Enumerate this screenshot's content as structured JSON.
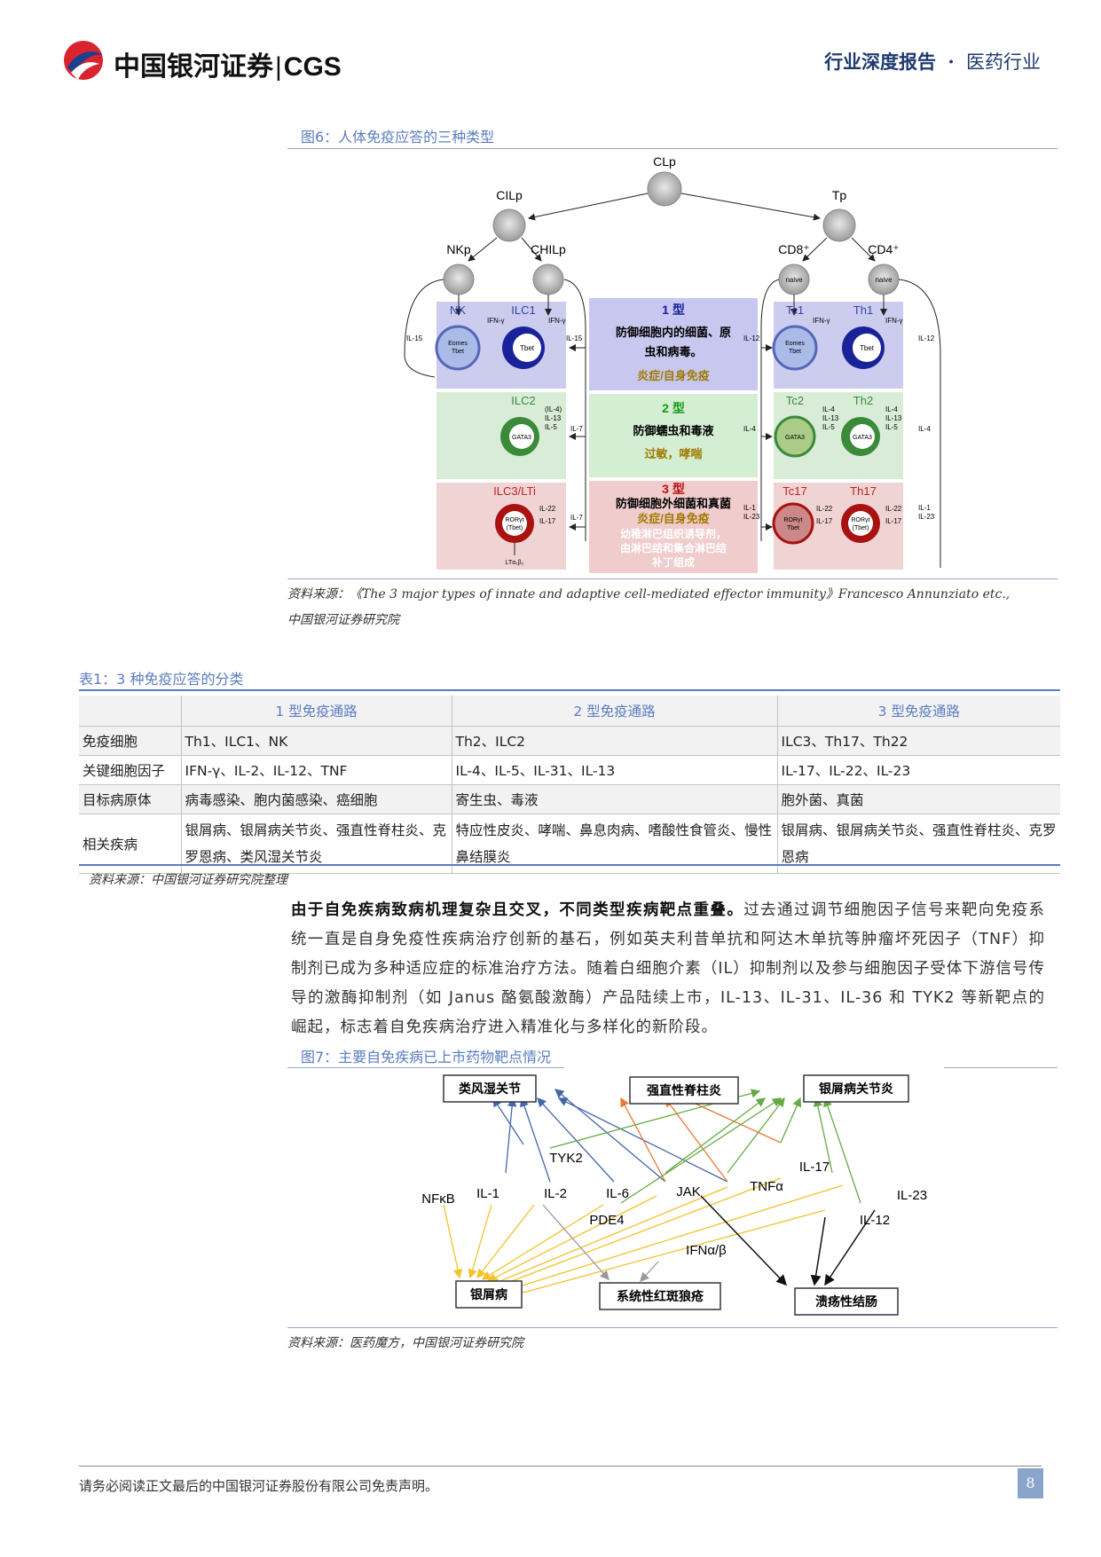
{
  "header": {
    "brand_cn": "中国银河证券",
    "brand_sep": "|",
    "brand_en": "CGS",
    "report_type": "行业深度报告",
    "dot": "·",
    "industry": "医药行业"
  },
  "figure6": {
    "caption": "图6：人体免疫应答的三种类型",
    "nodes": {
      "clp": "CLp",
      "cilp": "CILp",
      "tp": "Tp",
      "nkp": "NKp",
      "chilp": "CHILp",
      "cd8": "CD8⁺",
      "cd4": "CD4⁺",
      "naive": "naive"
    },
    "row1": {
      "nk": "NK",
      "ilc1": "ILC1",
      "tc1": "Tc1",
      "th1": "Th1",
      "ifn": "IFN-γ",
      "eomes": "Eomes",
      "tbet": "Tbet",
      "il15": "IL-15",
      "il12": "IL-12",
      "type": "1 型",
      "desc1": "防御细胞内的细菌、原",
      "desc2": "虫和病毒。",
      "tag": "炎症/自身免疫"
    },
    "row2": {
      "ilc2": "ILC2",
      "tc2": "Tc2",
      "th2": "Th2",
      "il4p": "(IL-4)",
      "il4": "IL-4",
      "il13": "IL-13",
      "il5": "IL-5",
      "gata3": "GATA3",
      "il7": "IL-7",
      "type": "2 型",
      "desc": "防御蠕虫和毒液",
      "tag": "过敏，哮喘"
    },
    "row3": {
      "ilc3": "ILC3/LTi",
      "tc17": "Tc17",
      "th17": "Th17",
      "il22": "IL-22",
      "il17": "IL-17",
      "ror": "RORγt",
      "tbetp": "(Tbet)",
      "il1": "IL-1",
      "il23": "IL-23",
      "il7": "IL-7",
      "lt": "LTα₁β₂",
      "type": "3 型",
      "desc": "防御细胞外细菌和真菌",
      "tag": "炎症/自身免疫",
      "extra1": "幼稚淋巴组织诱导剂，",
      "extra2": "由淋巴结和集合淋巴结",
      "extra3": "补丁组成"
    },
    "source_line1": "资料来源：《The 3 major types of innate and adaptive cell-mediated effector immunity》Francesco Annunziato etc.,",
    "source_line2": "中国银河证券研究院"
  },
  "table1": {
    "caption": "表1：3 种免疫应答的分类",
    "headers": [
      "",
      "1 型免疫通路",
      "2 型免疫通路",
      "3 型免疫通路"
    ],
    "rows": [
      {
        "label": "免疫细胞",
        "c1": "Th1、ILC1、NK",
        "c2": "Th2、ILC2",
        "c3": "ILC3、Th17、Th22"
      },
      {
        "label": "关键细胞因子",
        "c1": "IFN-γ、IL-2、IL-12、TNF",
        "c2": "IL-4、IL-5、IL-31、IL-13",
        "c3": "IL-17、IL-22、IL-23"
      },
      {
        "label": "目标病原体",
        "c1": "病毒感染、胞内菌感染、癌细胞",
        "c2": "寄生虫、毒液",
        "c3": "胞外菌、真菌"
      },
      {
        "label": "相关疾病",
        "c1": "银屑病、银屑病关节炎、强直性脊柱炎、克罗恩病、类风湿关节炎",
        "c2": "特应性皮炎、哮喘、鼻息肉病、嗜酸性食管炎、慢性鼻结膜炎",
        "c3": "银屑病、银屑病关节炎、强直性脊柱炎、克罗恩病"
      }
    ],
    "source": "资料来源：中国银河证券研究院整理"
  },
  "paragraph": {
    "bold": "由于自免疾病致病机理复杂且交叉，不同类型疾病靶点重叠。",
    "text": "过去通过调节细胞因子信号来靶向免疫系统一直是自身免疫性疾病治疗创新的基石，例如英夫利昔单抗和阿达木单抗等肿瘤坏死因子（TNF）抑制剂已成为多种适应症的标准治疗方法。随着白细胞介素（IL）抑制剂以及参与细胞因子受体下游信号传导的激酶抑制剂（如 Janus 酪氨酸激酶）产品陆续上市，IL-13、IL-31、IL-36 和 TYK2 等新靶点的崛起，标志着自免疾病治疗进入精准化与多样化的新阶段。"
  },
  "figure7": {
    "caption": "图7：主要自免疾病已上市药物靶点情况",
    "diseases": {
      "ra": "类风湿关节",
      "as": "强直性脊柱炎",
      "psa": "银屑病关节炎",
      "pso": "银屑病",
      "sle": "系统性红斑狼疮",
      "uc": "溃疡性结肠"
    },
    "targets": {
      "tyk2": "TYK2",
      "il17": "IL-17",
      "nfkb": "NFκB",
      "il1": "IL-1",
      "il2": "IL-2",
      "il6": "IL-6",
      "jak": "JAK",
      "tnfa": "TNFα",
      "il23": "IL-23",
      "il12": "IL-12",
      "pde4": "PDE4",
      "ifn": "IFNα/β"
    },
    "source": "资料来源：医药魔方，中国银河证券研究院"
  },
  "footer": {
    "disclaimer": "请务必阅读正文最后的中国银河证券股份有限公司免责声明。",
    "page": "8"
  }
}
